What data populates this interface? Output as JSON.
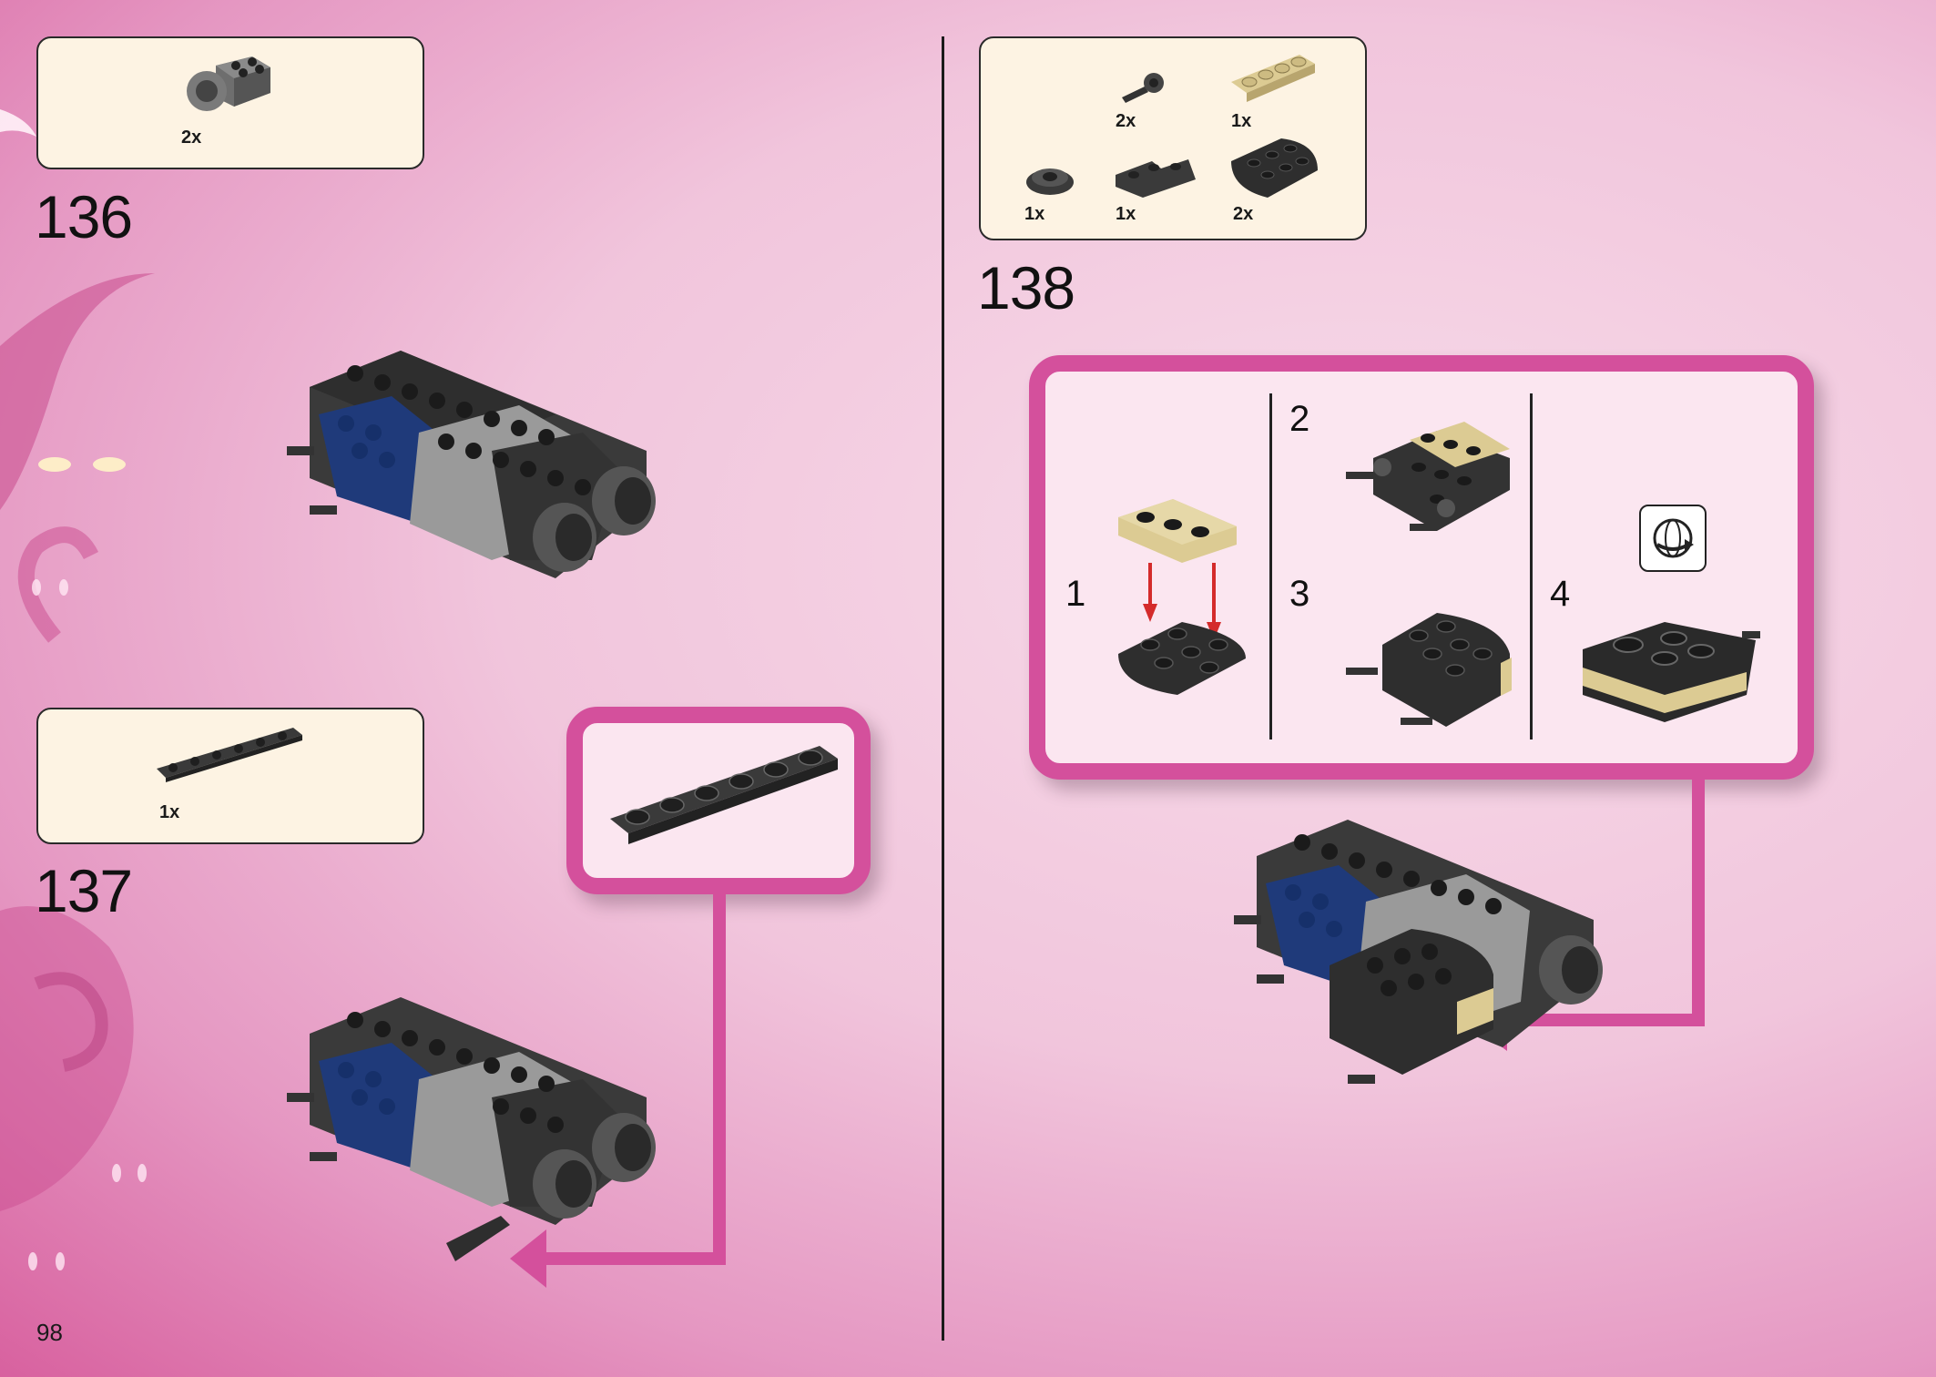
{
  "page_number": "98",
  "steps": [
    {
      "number": "136",
      "parts": [
        {
          "qty": "2x",
          "part": "technic-brick-with-axle-hole-icon"
        }
      ]
    },
    {
      "number": "137",
      "parts": [
        {
          "qty": "1x",
          "part": "plate-1x6-icon"
        }
      ]
    },
    {
      "number": "138",
      "parts": [
        {
          "qty": "2x",
          "part": "clip-plate-icon"
        },
        {
          "qty": "1x",
          "part": "tan-plate-1x4-icon"
        },
        {
          "qty": "1x",
          "part": "jumper-plate-icon"
        },
        {
          "qty": "1x",
          "part": "corner-plate-icon"
        },
        {
          "qty": "2x",
          "part": "round-corner-plate-icon"
        }
      ],
      "substeps": [
        "1",
        "2",
        "3",
        "4"
      ]
    }
  ],
  "colors": {
    "accent": "#d4509c",
    "parts_box": "#fdf3e3",
    "callout_bg": "#fbe6f0",
    "tan": "#dccb93",
    "blue": "#1f3a7a"
  }
}
